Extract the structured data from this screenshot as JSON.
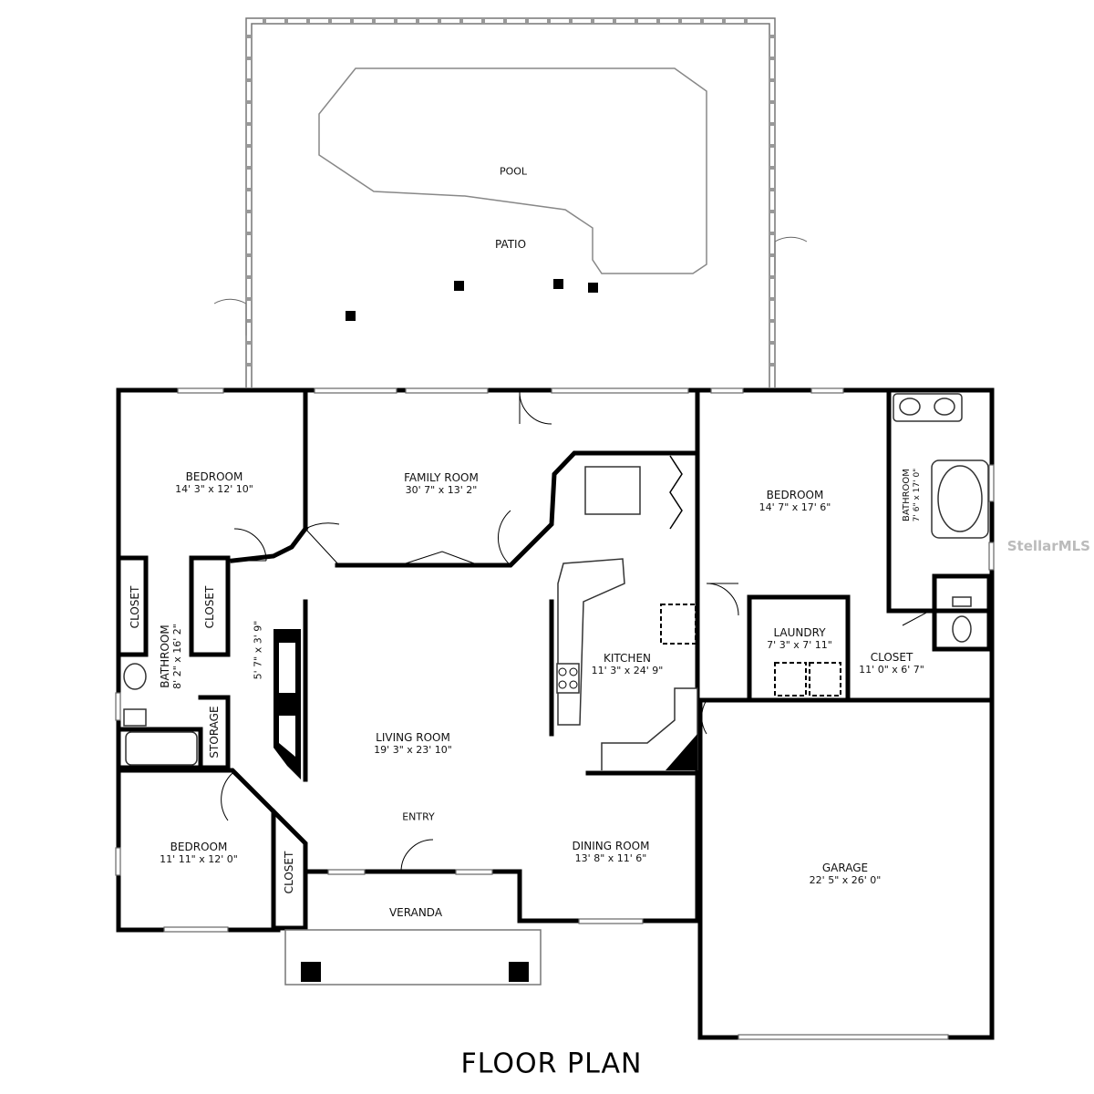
{
  "rooms": {
    "pool": {
      "name": "POOL"
    },
    "patio": {
      "name": "PATIO"
    },
    "bedroom_nw": {
      "name": "BEDROOM",
      "dims": "14' 3\" x 12' 10\""
    },
    "family_room": {
      "name": "FAMILY ROOM",
      "dims": "30' 7\" x 13' 2\""
    },
    "bedroom_ne": {
      "name": "BEDROOM",
      "dims": "14' 7\" x 17' 6\""
    },
    "bathroom_ne": {
      "name": "BATHROOM",
      "dims": "7' 6\" x 17' 0\""
    },
    "closet_left": {
      "name": "CLOSET"
    },
    "closet_mid": {
      "name": "CLOSET"
    },
    "bathroom_w": {
      "name": "BATHROOM",
      "dims": "8' 2\" x 16' 2\""
    },
    "hall": {
      "dims": "5' 7\" x 3' 9\""
    },
    "storage": {
      "name": "STORAGE"
    },
    "kitchen": {
      "name": "KITCHEN",
      "dims": "11' 3\" x 24' 9\""
    },
    "laundry": {
      "name": "LAUNDRY",
      "dims": "7' 3\" x 7' 11\""
    },
    "closet_e": {
      "name": "CLOSET",
      "dims": "11' 0\" x 6' 7\""
    },
    "living_room": {
      "name": "LIVING ROOM",
      "dims": "19' 3\" x 23' 10\""
    },
    "entry": {
      "name": "ENTRY"
    },
    "dining_room": {
      "name": "DINING ROOM",
      "dims": "13' 8\" x 11' 6\""
    },
    "garage": {
      "name": "GARAGE",
      "dims": "22' 5\" x 26' 0\""
    },
    "bedroom_sw": {
      "name": "BEDROOM",
      "dims": "11' 11\" x 12' 0\""
    },
    "closet_sw": {
      "name": "CLOSET"
    },
    "veranda": {
      "name": "VERANDA"
    }
  },
  "title": "FLOOR PLAN",
  "watermark": "StellarMLS"
}
